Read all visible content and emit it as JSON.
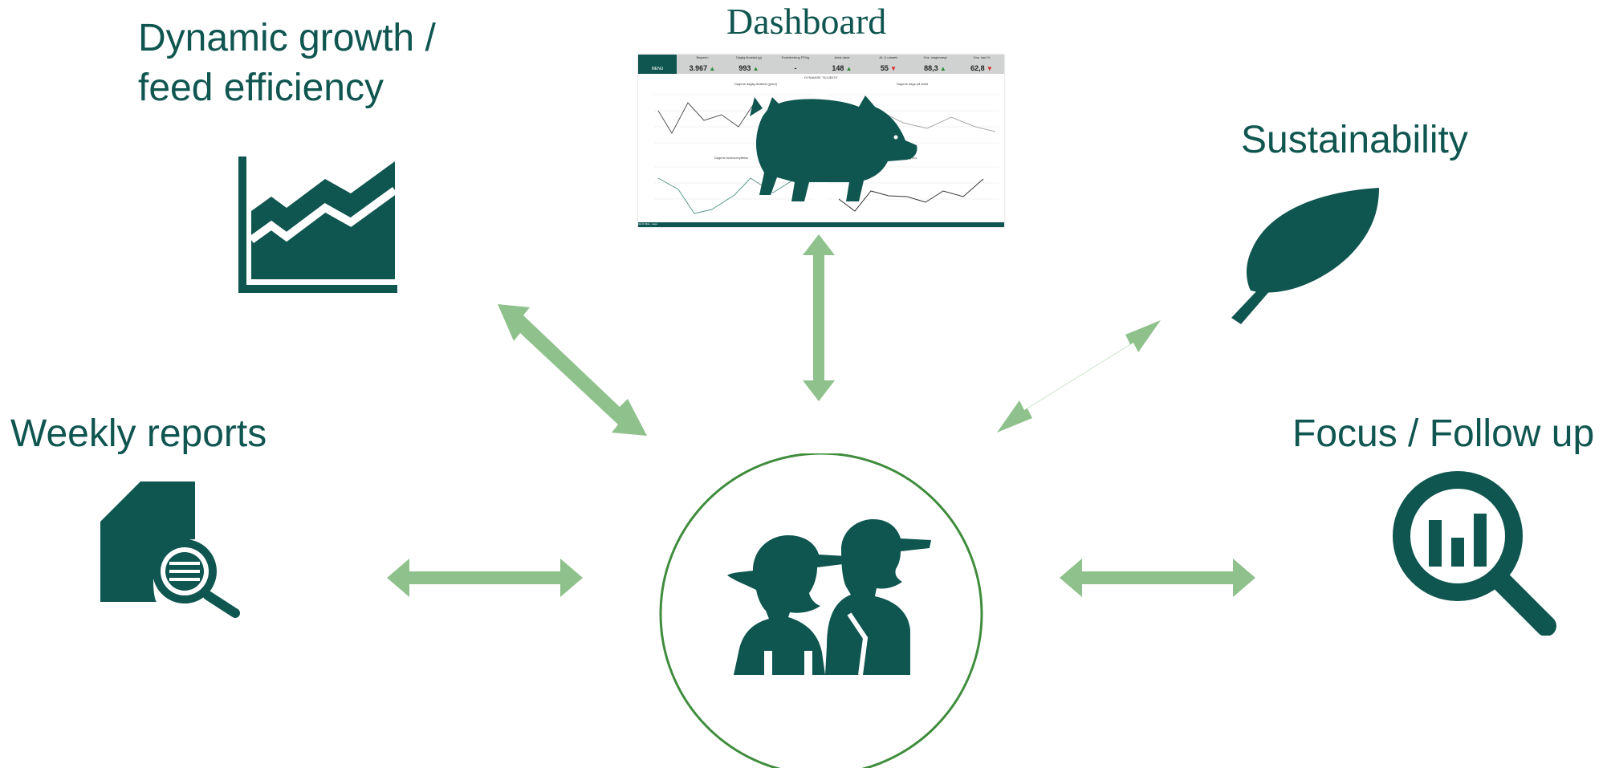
{
  "labels": {
    "growth": [
      "Dynamic growth /",
      "feed efficiency"
    ],
    "dashboard": "Dashboard",
    "sustainability": "Sustainability",
    "weekly": "Weekly reports",
    "focus": "Focus / Follow up"
  },
  "dashboard": {
    "menu": "MENU",
    "kpis": [
      {
        "label": "Begreen",
        "value": "3.967",
        "trend": "up"
      },
      {
        "label": "Daglig tilvækst (g)",
        "value": "993",
        "trend": "up"
      },
      {
        "label": "Foderforbrug FE/kg",
        "value": "-",
        "trend": ""
      },
      {
        "label": "Antal døde",
        "value": "148",
        "trend": "up"
      },
      {
        "label": "Af- & udsætt.",
        "value": "55",
        "trend": "down"
      },
      {
        "label": "Gns. slagtevægt",
        "value": "88,3",
        "trend": "up"
      },
      {
        "label": "Gns. kød %",
        "value": "62,8",
        "trend": "down"
      }
    ],
    "section_title": "DYNAMISK TILVÆKST",
    "chart_titles": [
      "Dagens daglig tilvækst (gram)",
      "Dagens dage på stald",
      "Dagens foderudnyttelse",
      "Dagens dødelighed"
    ],
    "footer": "Gå til Kilde - saga"
  },
  "colors": {
    "primary": "#0f5550",
    "arrow": "#8fc18c",
    "background": "#ffffff"
  },
  "icons": [
    "area-chart-icon",
    "pig-icon",
    "leaf-icon",
    "document-search-icon",
    "analytics-search-icon",
    "farmers-icon"
  ]
}
